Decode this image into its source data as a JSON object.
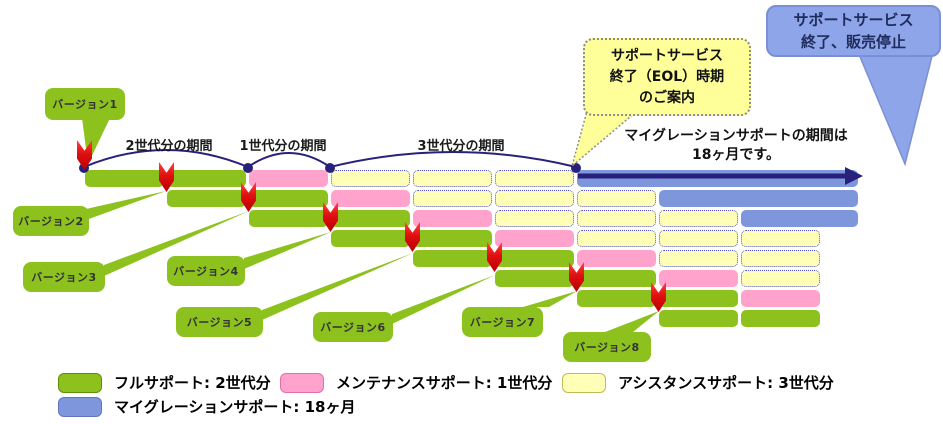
{
  "versions": [
    {
      "label": "バージョン1"
    },
    {
      "label": "バージョン2"
    },
    {
      "label": "バージョン3"
    },
    {
      "label": "バージョン4"
    },
    {
      "label": "バージョン5"
    },
    {
      "label": "バージョン6"
    },
    {
      "label": "バージョン7"
    },
    {
      "label": "バージョン8"
    }
  ],
  "periods": [
    {
      "label": "2世代分の期間",
      "generations": 2
    },
    {
      "label": "1世代分の期間",
      "generations": 1
    },
    {
      "label": "3世代分の期間",
      "generations": 3
    }
  ],
  "note": {
    "line1": "マイグレーションサポートの期間は",
    "line2": "18ヶ月です。"
  },
  "callouts": {
    "eol": {
      "line1": "サポートサービス",
      "line2": "終了（EOL）時期",
      "line3": "のご案内"
    },
    "discontinue": {
      "line1": "サポートサービス",
      "line2": "終了、販売停止"
    }
  },
  "legend": {
    "items": [
      {
        "key": "full",
        "label": "フルサポート: 2世代分"
      },
      {
        "key": "maintenance",
        "label": "メンテナンスサポート: 1世代分"
      },
      {
        "key": "assistance",
        "label": "アシスタンスサポート: 3世代分"
      },
      {
        "key": "migration",
        "label": "マイグレーションサポート: 18ヶ月"
      }
    ]
  },
  "support_model": {
    "version_count": 8,
    "full_support_generations": 2,
    "maintenance_generations": 1,
    "assistance_generations": 3,
    "migration_months": 18
  },
  "colors": {
    "full": "#8DC21E",
    "maintenance": "#FFA3CD",
    "assistance": "#FFFFB8",
    "assistance_border": "#5151CF",
    "migration": "#7E97DC",
    "navy": "#28217C",
    "red": "#E01010",
    "callout_yellow": "#FFFF99",
    "callout_yellow_border": "#8C8C8C",
    "callout_blue": "#8EA5E9",
    "callout_blue_border": "#7A90D4",
    "legend_borders": {
      "full": "#5E8F00",
      "maintenance": "#E06FB0",
      "assistance": "#BDBD55",
      "migration": "#5F76BE"
    }
  }
}
